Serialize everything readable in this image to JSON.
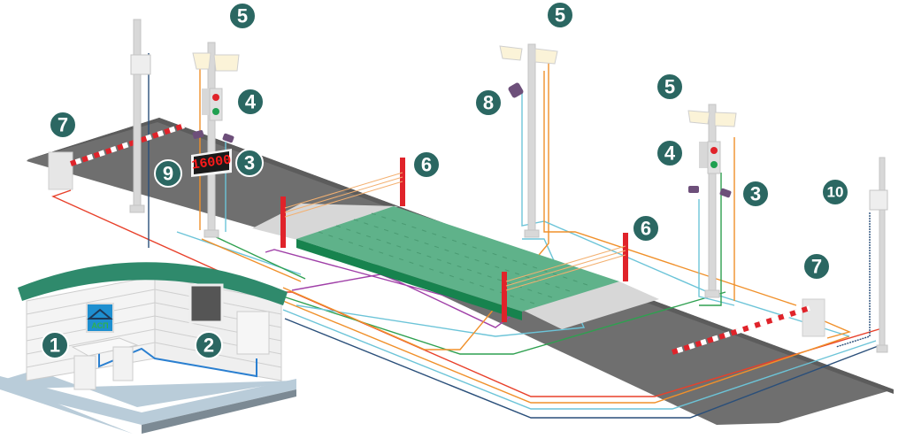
{
  "title": "Automated truck weighing station layout",
  "colors": {
    "badge": "#2b6762",
    "badge_border": "#ffffff",
    "road": "#6f6f6f",
    "platform": "#5fb28a",
    "platform_edge": "#17834e",
    "ramp": "#d7d7d7",
    "roof": "#2f8a6c",
    "floor": "#b9ccd9",
    "barrier_red": "#e0232a",
    "cable_red": "#e8402a",
    "cable_orange": "#f0902a",
    "cable_green": "#2fa050",
    "cable_lightblue": "#6cc4d8",
    "cable_navy": "#2a4f7a",
    "cable_purple": "#a040a8",
    "cable_blue": "#2a7fd0"
  },
  "scoreboard": {
    "value": "16000"
  },
  "operator_screen": {
    "logo_text": "АСП"
  },
  "badges": [
    {
      "id": "1",
      "label": "1",
      "component": "operator-workstation"
    },
    {
      "id": "2",
      "label": "2",
      "component": "control-cabinet"
    },
    {
      "id": "3a",
      "label": "3",
      "component": "cameras-entry"
    },
    {
      "id": "3b",
      "label": "3",
      "component": "cameras-exit"
    },
    {
      "id": "4a",
      "label": "4",
      "component": "traffic-light-entry"
    },
    {
      "id": "4b",
      "label": "4",
      "component": "traffic-light-exit"
    },
    {
      "id": "5a",
      "label": "5",
      "component": "floodlight-entry"
    },
    {
      "id": "5b",
      "label": "5",
      "component": "floodlight-middle"
    },
    {
      "id": "5c",
      "label": "5",
      "component": "floodlight-exit"
    },
    {
      "id": "6a",
      "label": "6",
      "component": "light-curtain-far"
    },
    {
      "id": "6b",
      "label": "6",
      "component": "light-curtain-near"
    },
    {
      "id": "7a",
      "label": "7",
      "component": "barrier-entry"
    },
    {
      "id": "7b",
      "label": "7",
      "component": "barrier-exit"
    },
    {
      "id": "8",
      "label": "8",
      "component": "overview-camera"
    },
    {
      "id": "9",
      "label": "9",
      "component": "scoreboard-display"
    },
    {
      "id": "10",
      "label": "10",
      "component": "rfid-reader"
    }
  ]
}
